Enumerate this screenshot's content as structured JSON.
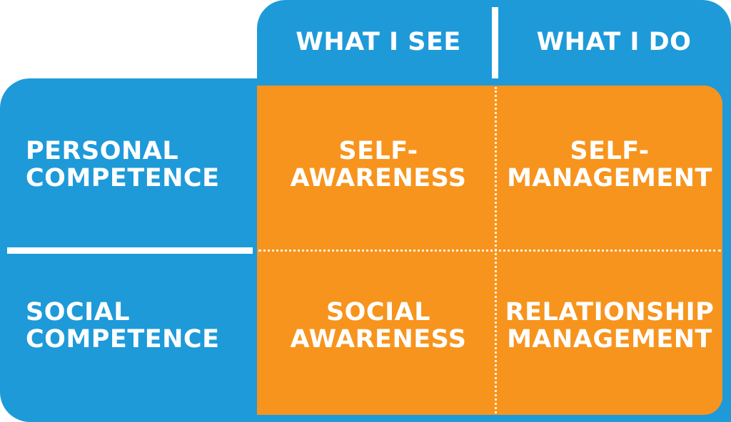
{
  "columns": {
    "see": "WHAT I SEE",
    "do": "WHAT I DO"
  },
  "rows": {
    "personal": [
      "PERSONAL",
      "COMPETENCE"
    ],
    "social": [
      "SOCIAL",
      "COMPETENCE"
    ]
  },
  "cells": {
    "self_awareness": [
      "SELF-",
      "AWARENESS"
    ],
    "self_management": [
      "SELF-",
      "MANAGEMENT"
    ],
    "social_awareness": [
      "SOCIAL",
      "AWARENESS"
    ],
    "relationship_management": [
      "RELATIONSHIP",
      "MANAGEMENT"
    ]
  },
  "colors": {
    "blue": "#1e9ad9",
    "orange": "#f7941d",
    "text": "#ffffff"
  }
}
